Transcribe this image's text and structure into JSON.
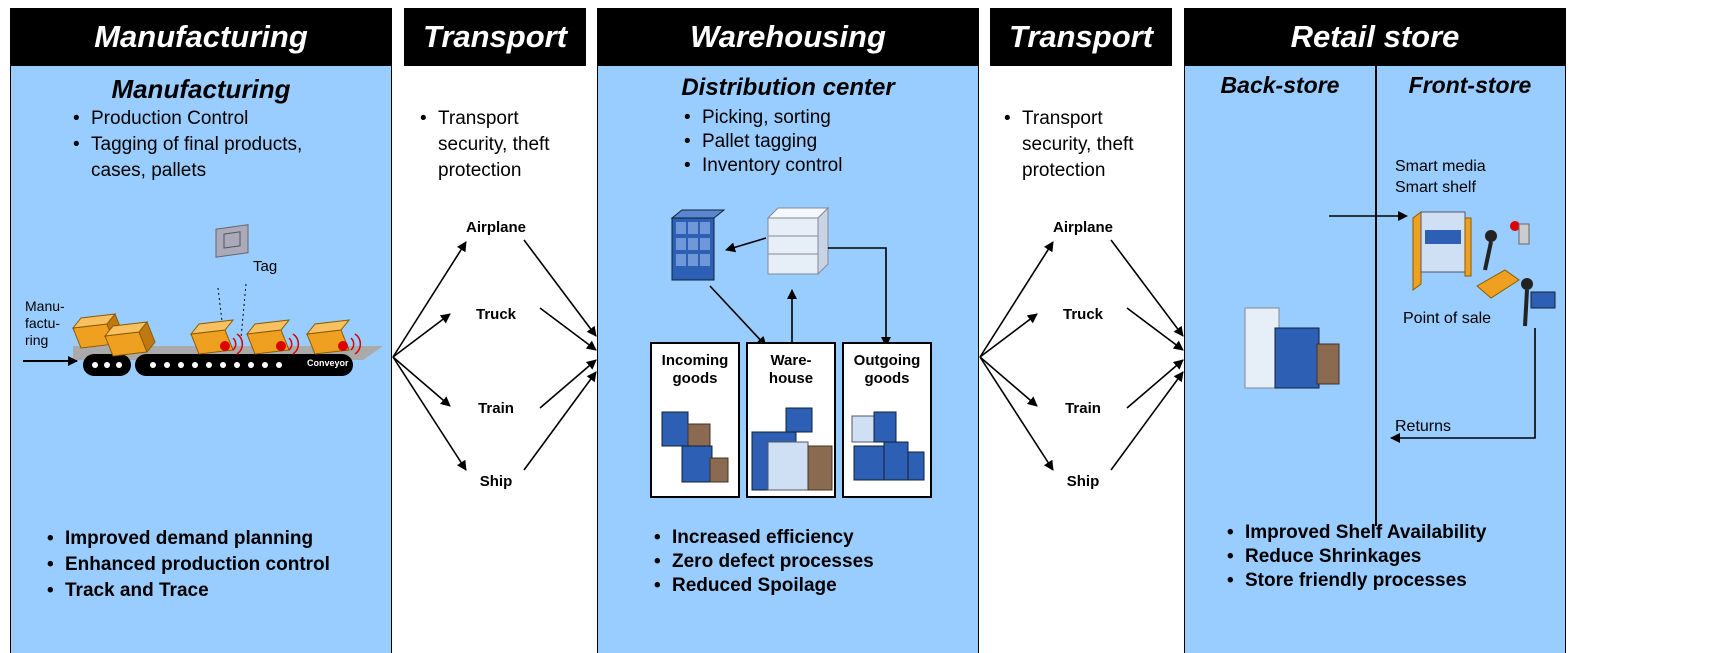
{
  "columns": {
    "manufacturing": {
      "header": "Manufacturing",
      "subtitle": "Manufacturing",
      "bullets": [
        "Production Control",
        "Tagging of final products, cases, pallets"
      ],
      "benefits": [
        "Improved demand planning",
        "Enhanced production control",
        "Track and Trace"
      ],
      "labels": {
        "tag": "Tag",
        "manufacturing": "Manu-\nfactu-\nring",
        "conveyor": "Conveyor"
      }
    },
    "transport1": {
      "header": "Transport",
      "bullets": [
        "Transport security, theft protection"
      ],
      "modes": [
        "Airplane",
        "Truck",
        "Train",
        "Ship"
      ]
    },
    "warehousing": {
      "header": "Warehousing",
      "subtitle": "Distribution center",
      "bullets": [
        "Picking, sorting",
        "Pallet tagging",
        "Inventory control"
      ],
      "boxes": [
        "Incoming\ngoods",
        "Ware-\nhouse",
        "Outgoing\ngoods"
      ],
      "benefits": [
        "Increased efficiency",
        "Zero defect processes",
        "Reduced Spoilage"
      ]
    },
    "transport2": {
      "header": "Transport",
      "bullets": [
        "Transport security, theft protection"
      ],
      "modes": [
        "Airplane",
        "Truck",
        "Train",
        "Ship"
      ]
    },
    "retail": {
      "header": "Retail store",
      "back_store": "Back-store",
      "front_store": "Front-store",
      "smart_media": "Smart media",
      "smart_shelf": "Smart shelf",
      "point_of_sale": "Point of sale",
      "returns": "Returns",
      "benefits": [
        "Improved Shelf Availability",
        "Reduce Shrinkages",
        "Store friendly processes"
      ]
    }
  },
  "colors": {
    "panel": "#99ccff",
    "header": "#000000",
    "box_blue": "#2d5fb5",
    "box_orange": "#f0a020"
  }
}
